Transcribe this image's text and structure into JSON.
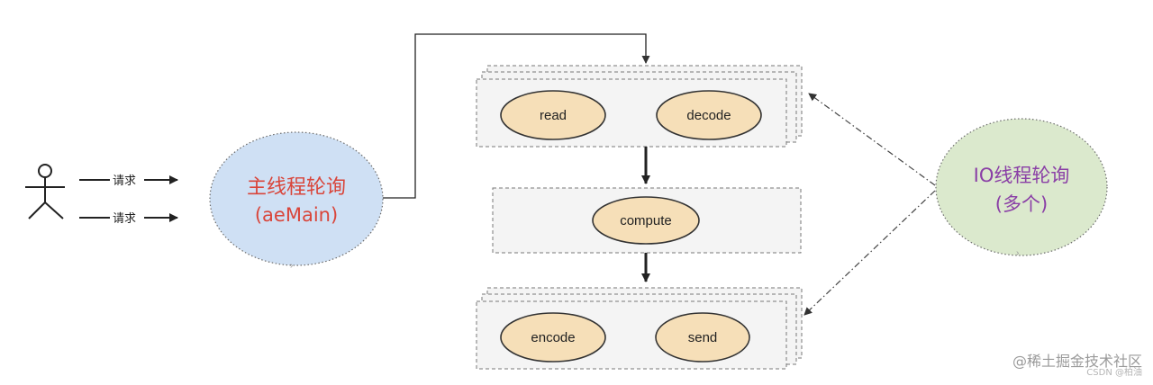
{
  "user": {
    "request_label_1": "请求",
    "request_label_2": "请求"
  },
  "main_loop": {
    "line1": "主线程轮询",
    "line2": "(aeMain)"
  },
  "io_loop": {
    "line1": "IO线程轮询",
    "line2": "(多个)"
  },
  "stages": {
    "read": "read",
    "decode": "decode",
    "compute": "compute",
    "encode": "encode",
    "send": "send"
  },
  "watermark": {
    "main": "@稀土掘金技术社区",
    "sub": "CSDN @柏油"
  },
  "colors": {
    "main_loop_fill": "#cfe0f4",
    "main_loop_text": "#d9453a",
    "io_loop_fill": "#dbe9cd",
    "io_loop_text": "#8a3fa6",
    "stage_fill": "#f6dfb8",
    "panel_fill": "#f4f4f4"
  }
}
